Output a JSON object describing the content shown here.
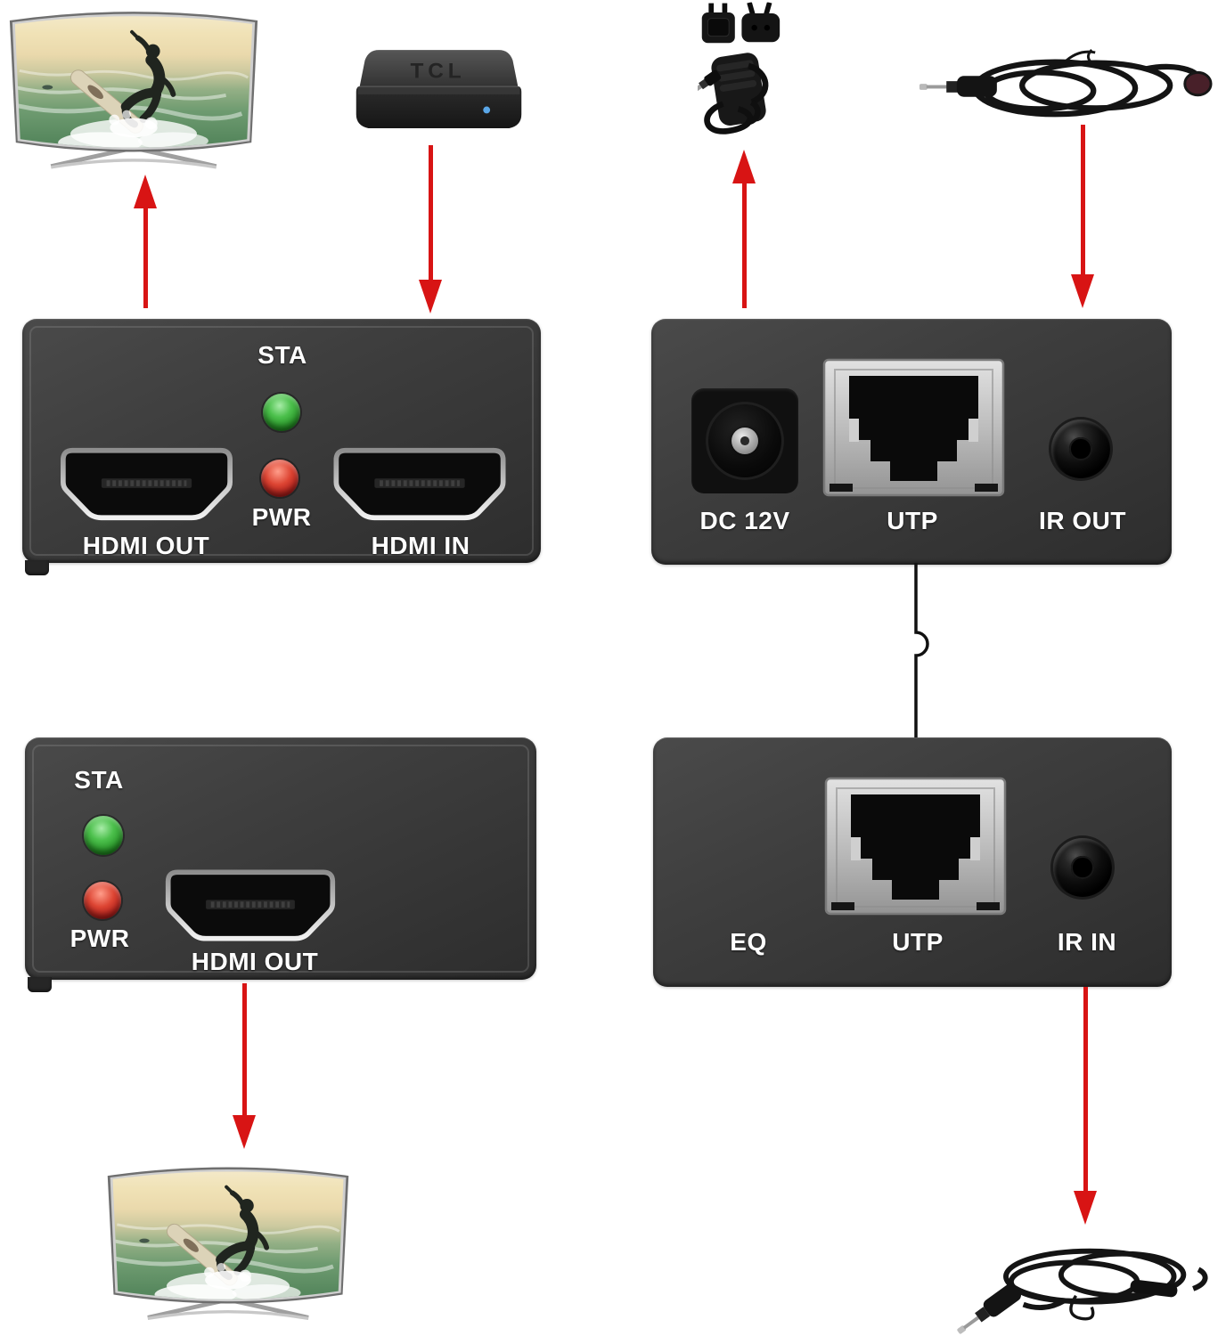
{
  "colors": {
    "arrow": "#d81414",
    "label": "#ffffff",
    "panel_dark": "#3a3a3a",
    "led_green": "#2f9e2f",
    "led_red": "#c02020",
    "rj45_bezel": "#b5b5b5",
    "cable_black": "#141414",
    "media_box_led_blue": "#5aa7e8"
  },
  "media_box": {
    "logo": "TCL"
  },
  "devices": {
    "transmitter_front": {
      "labels": {
        "sta": "STA",
        "pwr": "PWR",
        "hdmi_out": "HDMI OUT",
        "hdmi_in": "HDMI IN"
      }
    },
    "transmitter_back": {
      "labels": {
        "dc": "DC 12V",
        "utp": "UTP",
        "ir_out": "IR OUT"
      }
    },
    "receiver_front": {
      "labels": {
        "sta": "STA",
        "pwr": "PWR",
        "hdmi_out": "HDMI OUT"
      }
    },
    "receiver_back": {
      "labels": {
        "eq": "EQ",
        "utp": "UTP",
        "ir_in": "IR IN"
      }
    }
  }
}
